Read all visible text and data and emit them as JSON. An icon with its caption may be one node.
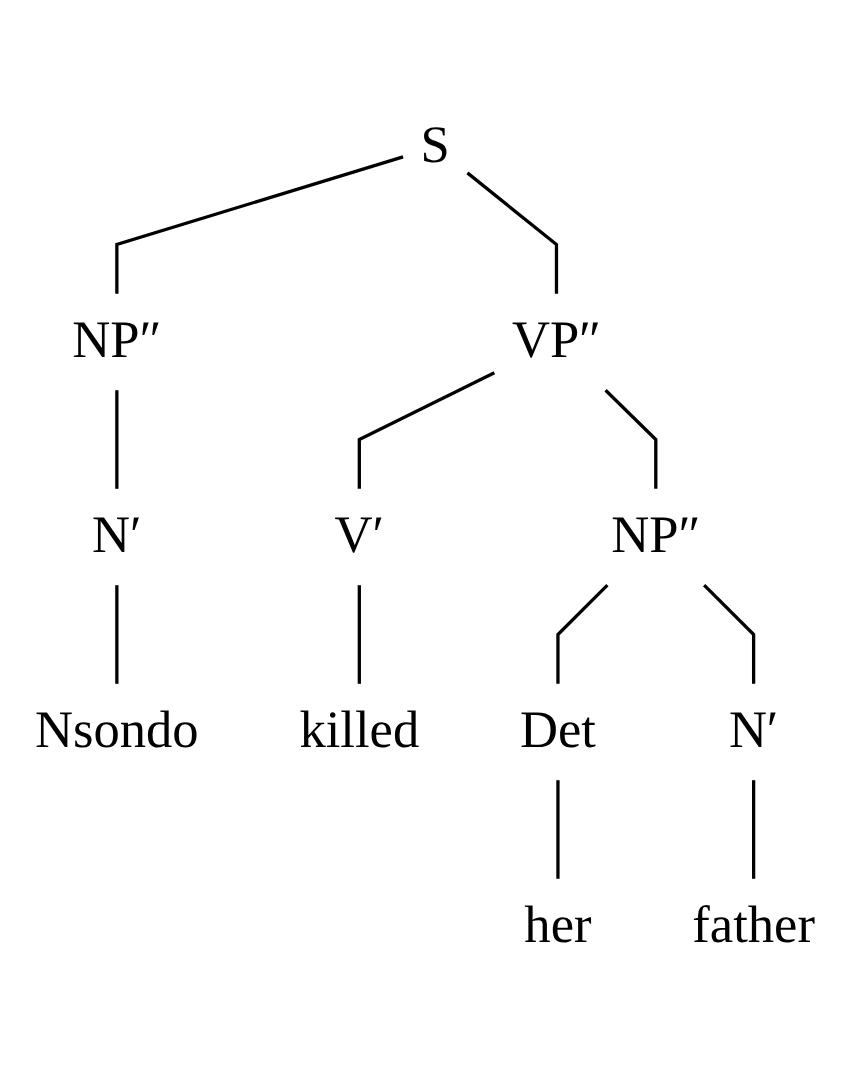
{
  "diagram": {
    "nodes": [
      {
        "text": [
          "S"
        ]
      },
      {
        "text": [
          "NP″"
        ]
      },
      {
        "text": [
          "VP″"
        ]
      },
      {
        "text": [
          "N′"
        ]
      },
      {
        "text": [
          "V′"
        ]
      },
      {
        "text": [
          "NP″"
        ]
      },
      {
        "text": [
          "Nsondo"
        ]
      },
      {
        "text": [
          "killed"
        ]
      },
      {
        "text": [
          "Det"
        ]
      },
      {
        "text": [
          "N′"
        ]
      },
      {
        "text": [
          "her"
        ]
      },
      {
        "text": [
          "father"
        ]
      }
    ],
    "edges": [
      {
        "from": 0,
        "to": 1,
        "arrow": "none"
      },
      {
        "from": 0,
        "to": 2,
        "arrow": "none"
      },
      {
        "from": 1,
        "to": 3,
        "arrow": "none"
      },
      {
        "from": 2,
        "to": 4,
        "arrow": "none"
      },
      {
        "from": 2,
        "to": 5,
        "arrow": "none"
      },
      {
        "from": 3,
        "to": 6,
        "arrow": "none"
      },
      {
        "from": 4,
        "to": 7,
        "arrow": "none"
      },
      {
        "from": 5,
        "to": 8,
        "arrow": "none"
      },
      {
        "from": 5,
        "to": 9,
        "arrow": "none"
      },
      {
        "from": 8,
        "to": 10,
        "arrow": "none"
      },
      {
        "from": 9,
        "to": 11,
        "arrow": "none"
      }
    ]
  }
}
